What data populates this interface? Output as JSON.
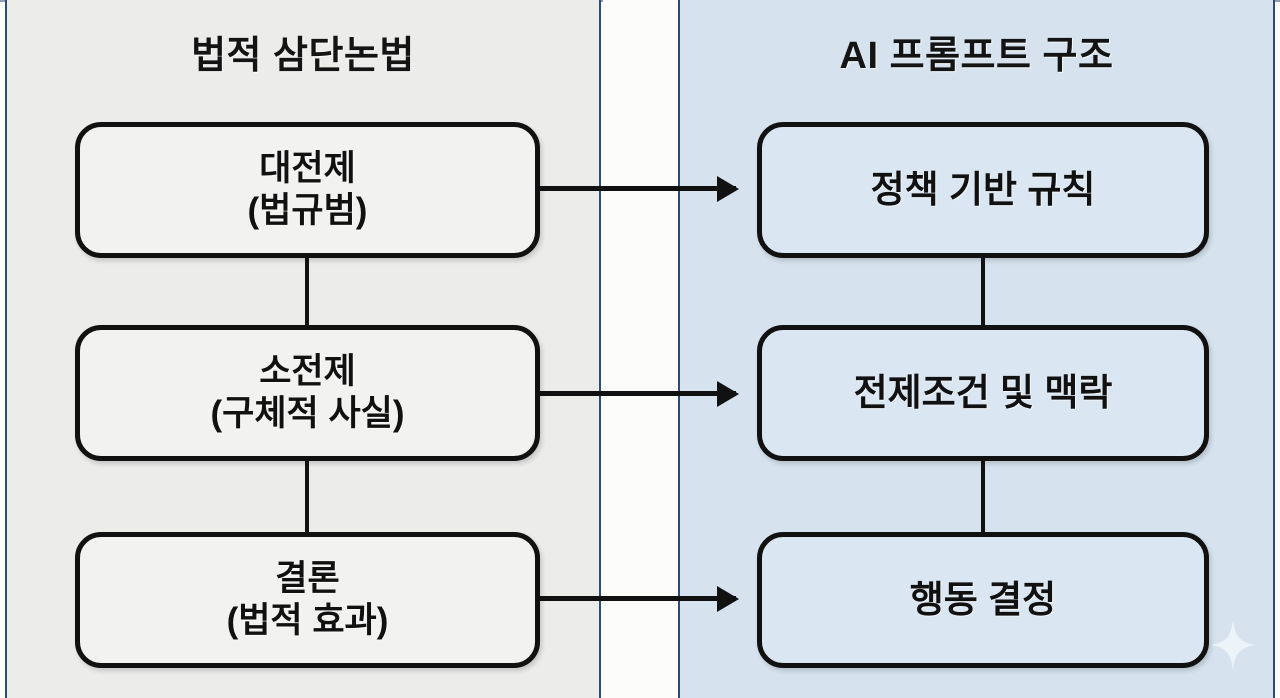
{
  "colors": {
    "left_panel_bg": "#ececeb",
    "right_panel_bg": "#d6e3ef",
    "gap_bg": "#fcfcfa",
    "edge_line": "#2a4d77",
    "node_stroke": "#111111",
    "left_node_fill": "#f2f2f1",
    "right_node_fill": "#dae6f1",
    "text": "#111111",
    "sparkle": "#f0f6fb"
  },
  "left_panel": {
    "title": "법적 삼단논법",
    "nodes": [
      {
        "line1": "대전제",
        "line2": "(법규범)"
      },
      {
        "line1": "소전제",
        "line2": "(구체적 사실)"
      },
      {
        "line1": "결론",
        "line2": "(법적 효과)"
      }
    ]
  },
  "right_panel": {
    "title": "AI 프롬프트 구조",
    "nodes": [
      {
        "line1": "정책 기반 규칙",
        "line2": ""
      },
      {
        "line1": "전제조건 및 맥락",
        "line2": ""
      },
      {
        "line1": "행동 결정",
        "line2": ""
      }
    ]
  },
  "decoration": {
    "sparkle_icon": "sparkle-icon"
  }
}
